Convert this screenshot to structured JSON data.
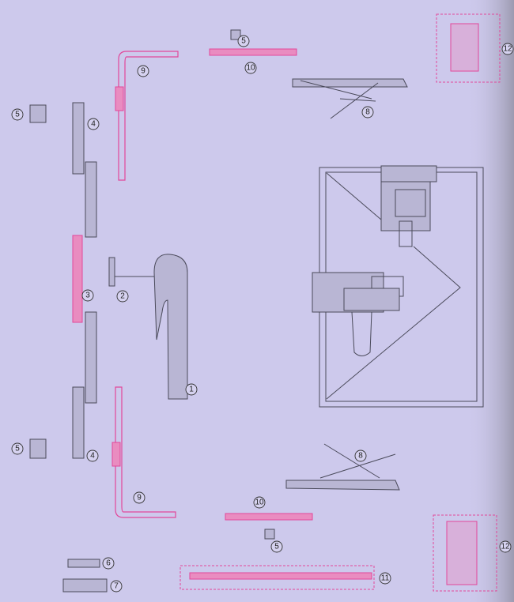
{
  "diagram": {
    "title_visible": false,
    "colors": {
      "background": "#cdc9ec",
      "accent_parts": "#e2479a",
      "line_parts": "#4a4a5a"
    },
    "callouts": [
      "5",
      "10",
      "9",
      "12",
      "8",
      "5",
      "4",
      "3",
      "2",
      "1",
      "5",
      "4",
      "9",
      "8",
      "10",
      "5",
      "12",
      "6",
      "7",
      "11"
    ]
  }
}
